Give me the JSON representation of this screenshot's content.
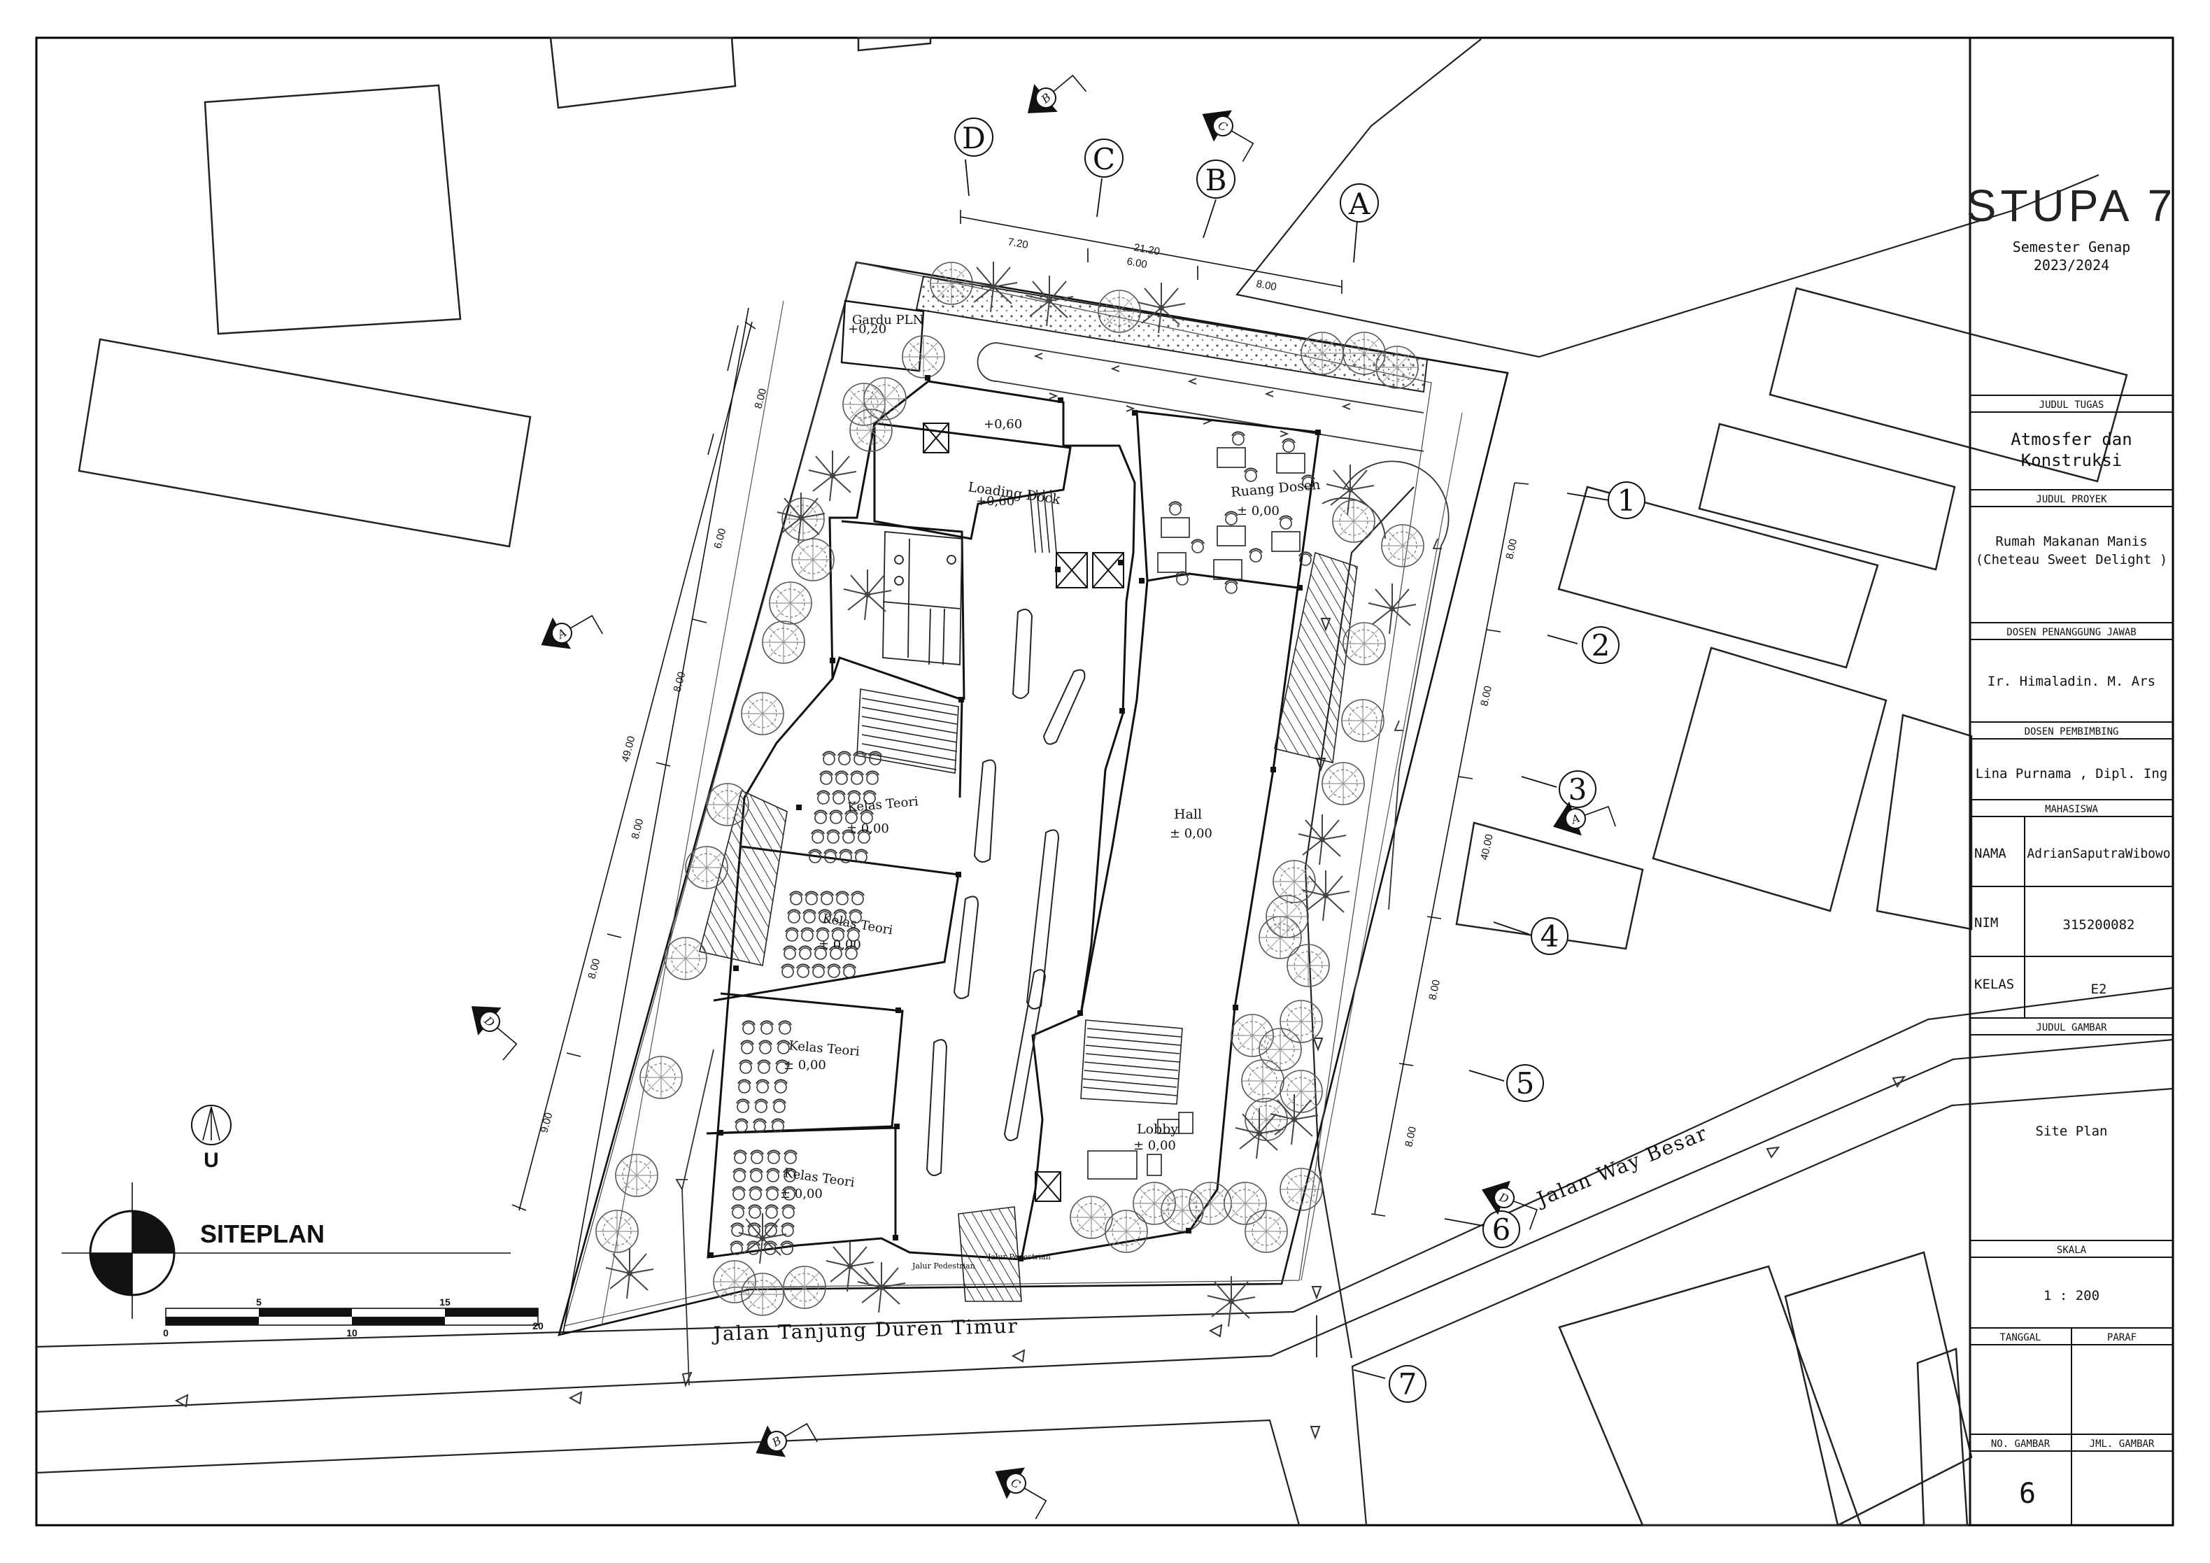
{
  "drawing": {
    "streets": {
      "main": "Jalan  Tanjung  Duren  Timur",
      "side": "Jalan  Way  Besar"
    },
    "pedestrian_labels": [
      "Jalur Pedestrian",
      "Jalur Pedestrian"
    ],
    "rooms": [
      {
        "name": "Gardu PLN",
        "level": "+0,20"
      },
      {
        "name": "Loading Dock",
        "level": "+0,60"
      },
      {
        "name": "",
        "level": "+0,60"
      },
      {
        "name": "Ruang Dosen",
        "level": "± 0,00"
      },
      {
        "name": "Hall",
        "level": "± 0,00"
      },
      {
        "name": "Kelas Teori",
        "level": "± 0,00"
      },
      {
        "name": "Kelas Teori",
        "level": "± 0,00"
      },
      {
        "name": "Kelas Teori",
        "level": "± 0,00"
      },
      {
        "name": "Kelas Teori",
        "level": "± 0,00"
      },
      {
        "name": "Lobby",
        "level": "± 0,00"
      }
    ],
    "grid_letters": [
      "D",
      "C",
      "B",
      "A"
    ],
    "grid_numbers": [
      "1",
      "2",
      "3",
      "4",
      "5",
      "6",
      "7"
    ],
    "section_markers": [
      "A",
      "B",
      "C",
      "D",
      "A",
      "B",
      "C",
      "D"
    ],
    "dimensions": {
      "top": [
        "7.20",
        "21.20",
        "6.00",
        "8.00"
      ],
      "left": [
        "8.00",
        "6.00",
        "8.00",
        "49.00",
        "8.00",
        "8.00",
        "9.00"
      ],
      "right": [
        "8.00",
        "8.00",
        "40.00",
        "8.00",
        "8.00"
      ]
    },
    "north_label": "U",
    "siteplan_title": "SITEPLAN",
    "scale_bar": [
      "0",
      "5",
      "10",
      "15",
      "20"
    ]
  },
  "title_block": {
    "project_code": "STUPA  7",
    "semester": "Semester Genap",
    "year": "2023/2024",
    "judul_tugas_label": "JUDUL TUGAS",
    "judul_tugas_line1": "Atmosfer dan",
    "judul_tugas_line2": "Konstruksi",
    "judul_proyek_label": "JUDUL PROYEK",
    "judul_proyek_line1": "Rumah Makanan Manis",
    "judul_proyek_line2": "(Cheteau Sweet Delight )",
    "dosen_pj_label": "DOSEN PENANGGUNG JAWAB",
    "dosen_pj": "Ir. Himaladin. M. Ars",
    "dosen_pb_label": "DOSEN PEMBIMBING",
    "dosen_pb": "Lina Purnama , Dipl. Ing",
    "mahasiswa_label": "MAHASISWA",
    "nama_label": "NAMA",
    "nama": "AdrianSaputraWibowo",
    "nim_label": "NIM",
    "nim": "315200082",
    "kelas_label": "KELAS",
    "kelas": "E2",
    "judul_gambar_label": "JUDUL GAMBAR",
    "judul_gambar": "Site Plan",
    "skala_label": "SKALA",
    "skala": "1 : 200",
    "tanggal_label": "TANGGAL",
    "paraf_label": "PARAF",
    "no_gambar_label": "NO. GAMBAR",
    "jml_gambar_label": "JML. GAMBAR",
    "no_gambar": "6"
  }
}
